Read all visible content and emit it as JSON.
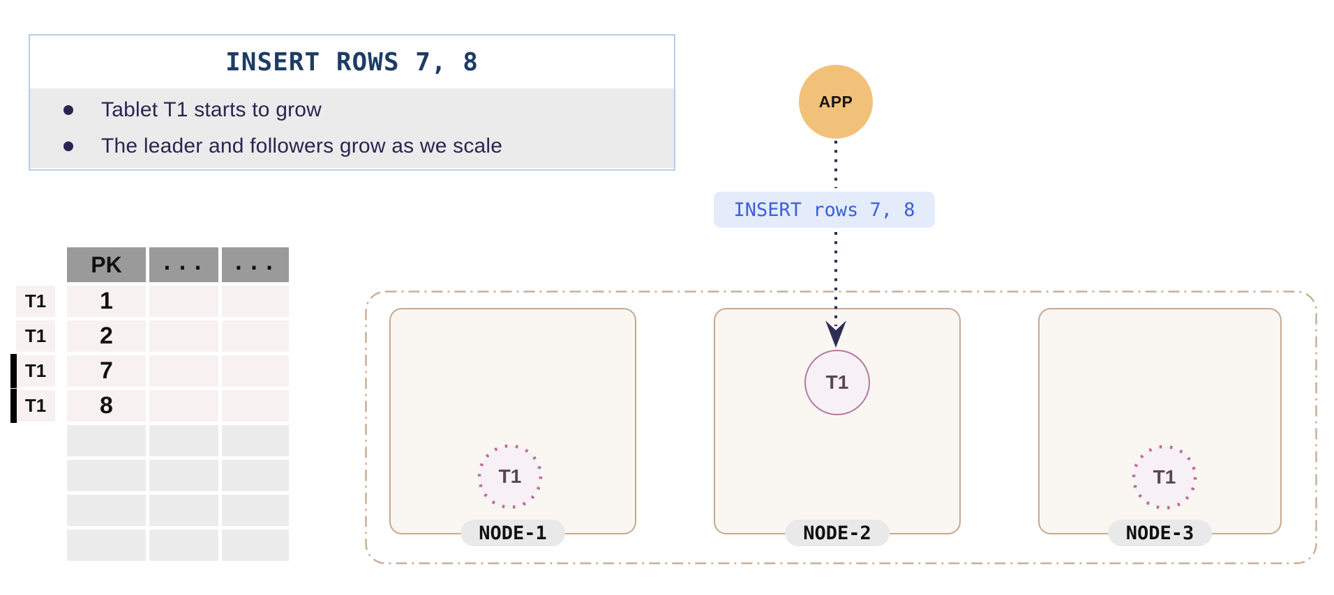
{
  "info_box": {
    "title": "INSERT ROWS 7, 8",
    "bullets": [
      "Tablet T1 starts to grow",
      "The leader and followers grow as we scale"
    ]
  },
  "table": {
    "headers": [
      "PK",
      "...",
      "..."
    ],
    "rows": [
      {
        "label": "T1",
        "pk": "1",
        "newly_inserted": false
      },
      {
        "label": "T1",
        "pk": "2",
        "newly_inserted": false
      },
      {
        "label": "T1",
        "pk": "7",
        "newly_inserted": true
      },
      {
        "label": "T1",
        "pk": "8",
        "newly_inserted": true
      }
    ],
    "empty_row_count": 4
  },
  "app": {
    "label": "APP"
  },
  "request": {
    "label": "INSERT rows 7, 8"
  },
  "cluster": {
    "nodes": [
      {
        "label": "NODE-1",
        "tablet": {
          "label": "T1",
          "role": "follower"
        }
      },
      {
        "label": "NODE-2",
        "tablet": {
          "label": "T1",
          "role": "leader"
        }
      },
      {
        "label": "NODE-3",
        "tablet": {
          "label": "T1",
          "role": "follower"
        }
      }
    ]
  },
  "colors": {
    "title_text": "#1e3c64",
    "info_border": "#b9cde7",
    "bullet_text": "#2b2453",
    "bullets_bg": "#ebebeb",
    "table_header_bg": "#9a9a9a",
    "cell_pink": "#f8f1f1",
    "cell_gray": "#ececec",
    "insert_bar": "#000000",
    "app_fill": "#f2c179",
    "connector": "#2d2d56",
    "request_bg": "#e4ebfb",
    "request_text": "#3a5fd8",
    "cluster_border": "#c9ae96",
    "node_border": "#c6a88e",
    "node_fill": "#faf6f2",
    "node_label_bg": "#e9e9ea",
    "tablet_fill": "#f7f0f4",
    "tablet_border": "#b4789f",
    "tablet_text": "#5a4458"
  }
}
